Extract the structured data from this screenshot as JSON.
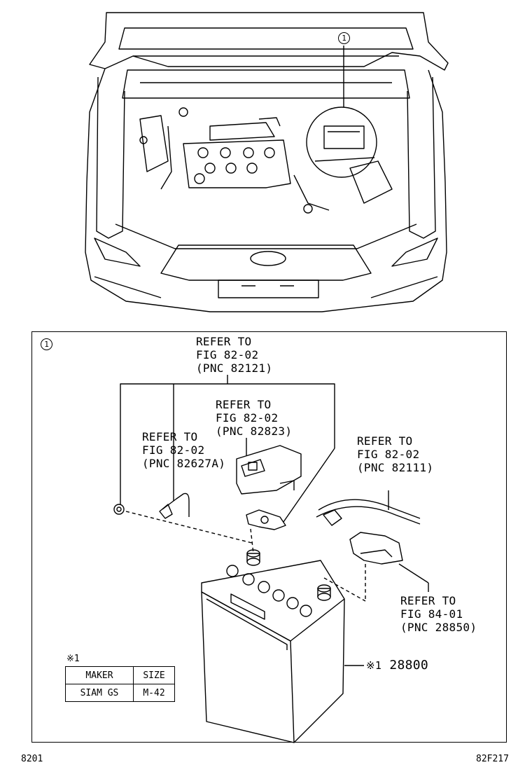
{
  "callout": {
    "marker": "1"
  },
  "refs": [
    {
      "line1": "REFER TO",
      "line2": "FIG 82-02",
      "line3": "(PNC 82121)"
    },
    {
      "line1": "REFER TO",
      "line2": "FIG 82-02",
      "line3": "(PNC 82823)"
    },
    {
      "line1": "REFER TO",
      "line2": "FIG 82-02",
      "line3": "(PNC 82627A)"
    },
    {
      "line1": "REFER TO",
      "line2": "FIG 82-02",
      "line3": "(PNC 82111)"
    },
    {
      "line1": "REFER TO",
      "line2": "FIG 84-01",
      "line3": "(PNC 28850)"
    }
  ],
  "part": {
    "mark": "※1",
    "number": "28800"
  },
  "spec_table": {
    "note": "※1",
    "headers": [
      "MAKER",
      "SIZE"
    ],
    "row": [
      "SIAM GS",
      "M-42"
    ]
  },
  "footer": {
    "left": "8201",
    "right": "82F217"
  }
}
